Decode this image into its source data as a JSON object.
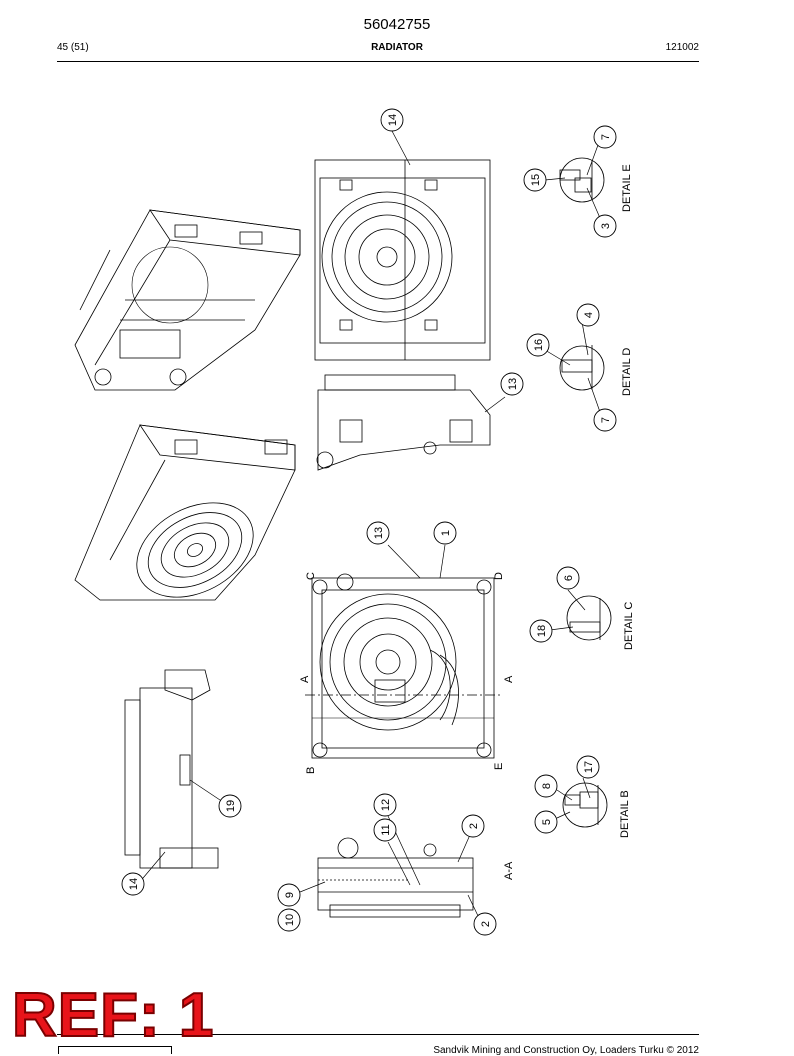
{
  "header": {
    "doc_number": "56042755",
    "page_count": "45 (51)",
    "title": "RADIATOR",
    "date_code": "121002"
  },
  "callouts": [
    "14",
    "7",
    "15",
    "3",
    "4",
    "16",
    "7",
    "13",
    "6",
    "18",
    "13",
    "1",
    "17",
    "8",
    "5",
    "19",
    "12",
    "11",
    "2",
    "14",
    "9",
    "10",
    "2"
  ],
  "details": {
    "e": "DETAIL E",
    "d": "DETAIL D",
    "c": "DETAIL C",
    "b": "DETAIL B"
  },
  "section_marks": {
    "a_left": "A",
    "a_right": "A",
    "b": "B",
    "c": "C",
    "d": "D",
    "e": "E",
    "section_view": "A-A"
  },
  "footer": {
    "copyright": "Sandvik Mining and Construction Oy, Loaders Turku © 2012"
  },
  "stamp": {
    "text": "REF: 1"
  }
}
